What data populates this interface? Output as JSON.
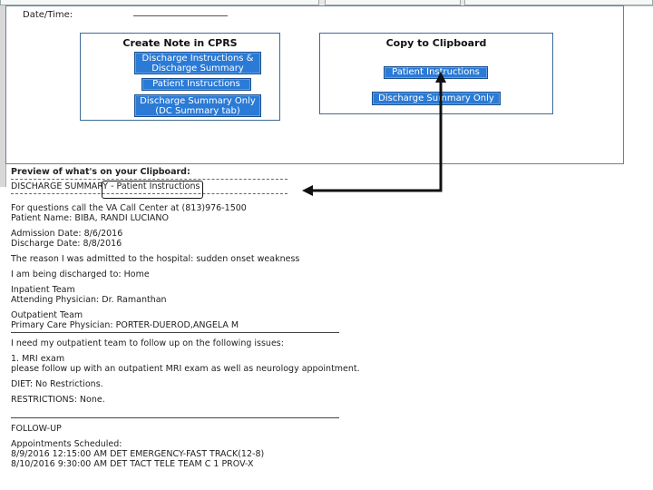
{
  "form": {
    "date_label": "Date/Time:"
  },
  "create_group": {
    "title": "Create Note in CPRS",
    "btn_instr_summary_l1": "Discharge Instructions &",
    "btn_instr_summary_l2": "Discharge Summary",
    "btn_patient_instr": "Patient Instructions",
    "btn_summary_only_l1": "Discharge Summary Only",
    "btn_summary_only_l2": "(DC Summary tab)"
  },
  "copy_group": {
    "title": "Copy to Clipboard",
    "btn_patient_instr": "Patient Instructions",
    "btn_summary_only": "Discharge Summary Only"
  },
  "preview": {
    "heading": "Preview of what's on your Clipboard:",
    "note_title": "DISCHARGE SUMMARY - Patient Instructions",
    "q1": "For questions call the VA Call Center at (813)976-1500",
    "patient": "Patient Name: BIBA, RANDI LUCIANO",
    "admission": "Admission Date: 8/6/2016",
    "discharge": "Discharge Date: 8/8/2016",
    "reason": "The reason I was admitted to the hospital: sudden onset weakness",
    "disch_to": "I am being discharged to: Home",
    "inpt_team": "Inpatient Team",
    "attending": "Attending Physician: Dr. Ramanthan",
    "outpt_team": "Outpatient Team",
    "pcp": "Primary Care Physician: PORTER-DUEROD,ANGELA M",
    "followup_intro": "I need my outpatient team to follow up on the following issues:",
    "issue1": "1. MRI exam",
    "issue1_detail": "please follow up with an outpatient MRI exam as well as neurology appointment.",
    "diet": "DIET: No Restrictions.",
    "restrictions": "RESTRICTIONS: None.",
    "followup": "FOLLOW-UP",
    "appts": "Appointments Scheduled:",
    "appt1": "8/9/2016 12:15:00 AM DET EMERGENCY-FAST TRACK(12-8)",
    "appt2": "8/10/2016 9:30:00 AM DET TACT TELE TEAM C 1 PROV-X"
  },
  "colors": {
    "button_blue": "#2b7bd6",
    "group_border": "#3e6a99"
  }
}
